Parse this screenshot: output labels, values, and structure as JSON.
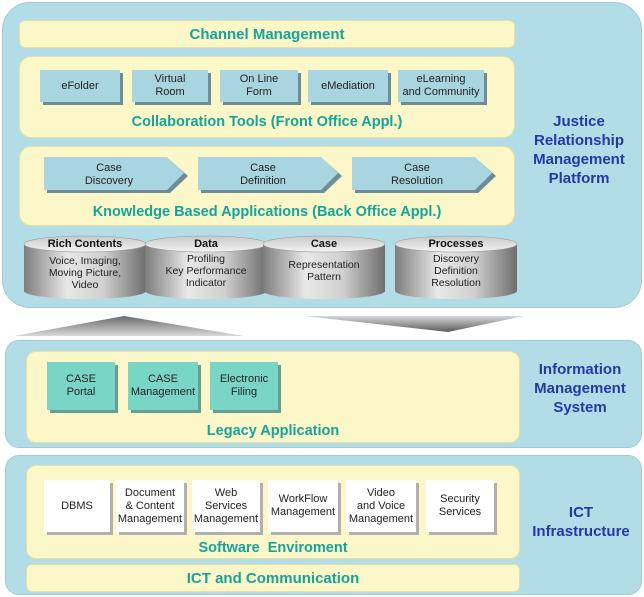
{
  "platform": {
    "title_lines": [
      "Justice",
      "Relationship",
      "Management",
      "Platform"
    ],
    "channel_management": "Channel Management",
    "collaboration_tools": {
      "title": "Collaboration Tools (Front Office Appl.)",
      "items": [
        {
          "line1": "eFolder",
          "line2": ""
        },
        {
          "line1": "Virtual",
          "line2": "Room"
        },
        {
          "line1": "On Line",
          "line2": "Form"
        },
        {
          "line1": "eMediation",
          "line2": ""
        },
        {
          "line1": "eLearning",
          "line2": "and Community"
        }
      ]
    },
    "knowledge_apps": {
      "title": "Knowledge Based Applications (Back Office Appl.)",
      "items": [
        {
          "line1": "Case",
          "line2": "Discovery"
        },
        {
          "line1": "Case",
          "line2": "Definition"
        },
        {
          "line1": "Case",
          "line2": "Resolution"
        }
      ]
    },
    "databases": [
      {
        "title": "Rich Contents",
        "lines": [
          "Voice, Imaging,",
          "Moving Picture,",
          "Video"
        ]
      },
      {
        "title": "Data",
        "lines": [
          "Profiling",
          "Key Performance",
          "Indicator"
        ]
      },
      {
        "title": "Case",
        "lines": [
          "Representation",
          "Pattern"
        ]
      },
      {
        "title": "Processes",
        "lines": [
          "Discovery",
          "Definition",
          "Resolution"
        ]
      }
    ]
  },
  "ims": {
    "title_lines": [
      "Information",
      "Management",
      "System"
    ],
    "legacy_title": "Legacy Application",
    "items": [
      {
        "line1": "CASE",
        "line2": "Portal"
      },
      {
        "line1": "CASE",
        "line2": "Management"
      },
      {
        "line1": "Electronic",
        "line2": "Filing"
      }
    ]
  },
  "ict": {
    "title_lines": [
      "ICT",
      "Infrastructure"
    ],
    "software_title": "Software  Enviroment",
    "communication_title": "ICT and Communication",
    "items": [
      {
        "lines": [
          "DBMS"
        ]
      },
      {
        "lines": [
          "Document",
          "& Content",
          "Management"
        ]
      },
      {
        "lines": [
          "Web",
          "Services",
          "Management"
        ]
      },
      {
        "lines": [
          "WorkFlow",
          "Management"
        ]
      },
      {
        "lines": [
          "Video",
          "and Voice",
          "Management"
        ]
      },
      {
        "lines": [
          "Security",
          "Services"
        ]
      }
    ]
  }
}
